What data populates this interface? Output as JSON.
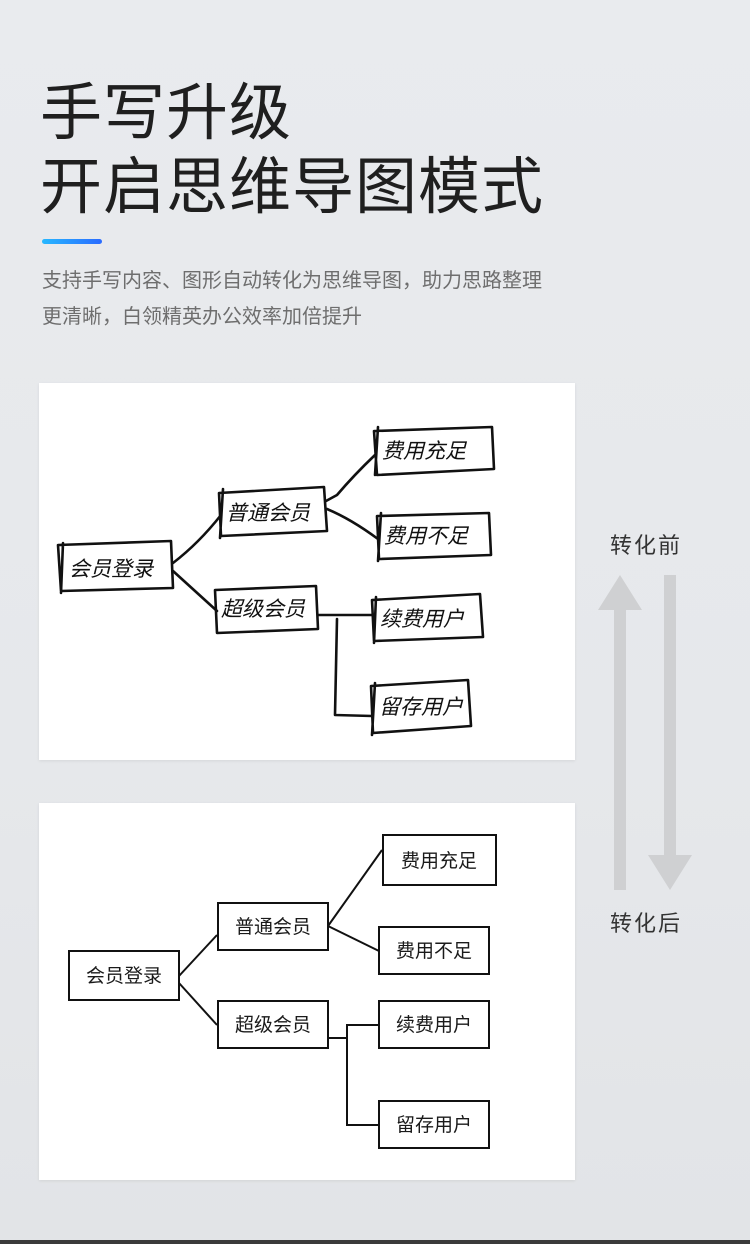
{
  "headline": {
    "line1": "手写升级",
    "line2": "开启思维导图模式"
  },
  "subtitle": {
    "line1": "支持手写内容、图形自动转化为思维导图，助力思路整理",
    "line2": "更清晰，白领精英办公效率加倍提升"
  },
  "colors": {
    "accent_start": "#27b8ff",
    "accent_end": "#2a6bff",
    "arrow": "#cfd0d2"
  },
  "labels": {
    "before": "转化前",
    "after": "转化后"
  },
  "mindmap": {
    "root": "会员登录",
    "branch_regular": "普通会员",
    "branch_super": "超级会员",
    "leaf_sufficient": "费用充足",
    "leaf_insufficient": "费用不足",
    "leaf_renew": "续费用户",
    "leaf_retain": "留存用户"
  }
}
